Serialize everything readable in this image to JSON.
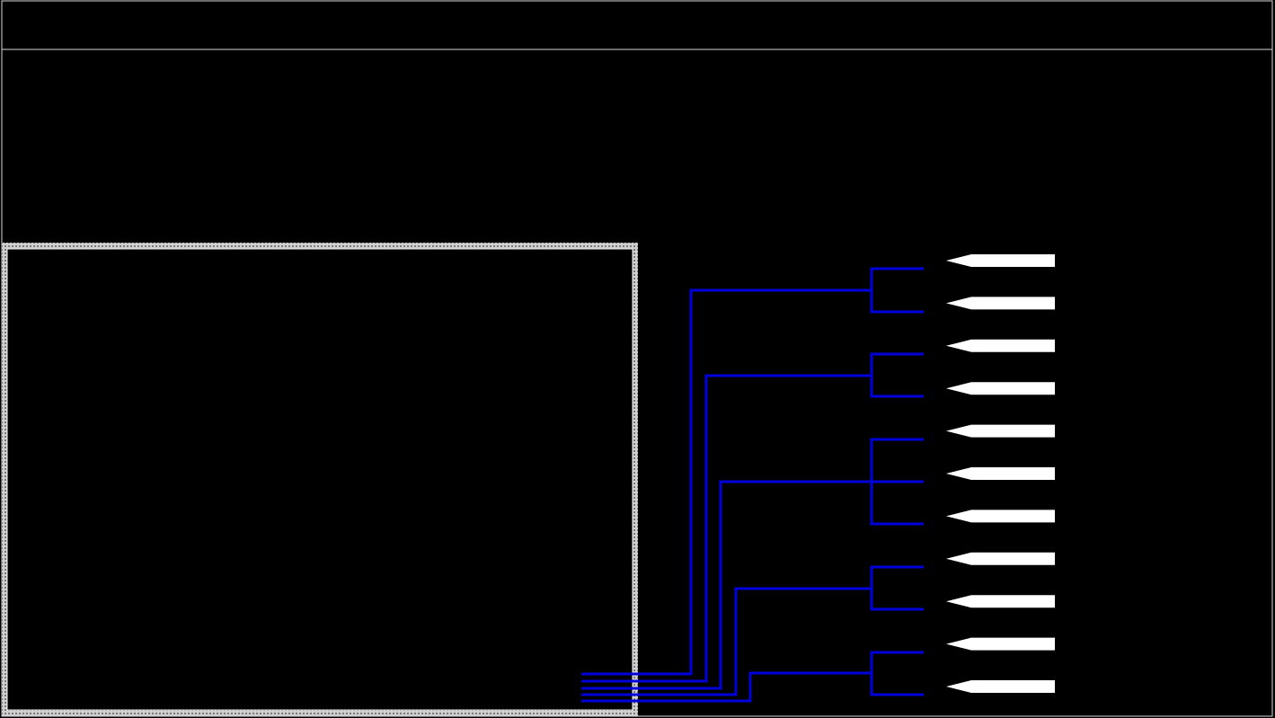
{
  "colors": {
    "background": "#000000",
    "frame": "#d8d8d8",
    "wire": "#0000dd",
    "arrow": "#ffffff",
    "tank_border": "#b8b8b8"
  },
  "wires": [
    {
      "name": "wire-1",
      "targets": 2
    },
    {
      "name": "wire-2",
      "targets": 2
    },
    {
      "name": "wire-3",
      "targets": 3
    },
    {
      "name": "wire-4",
      "targets": 2
    },
    {
      "name": "wire-5",
      "targets": 2
    }
  ],
  "arrow_count": 11,
  "icons": {
    "arrow": "left-arrow-icon",
    "tank": "container-box"
  }
}
